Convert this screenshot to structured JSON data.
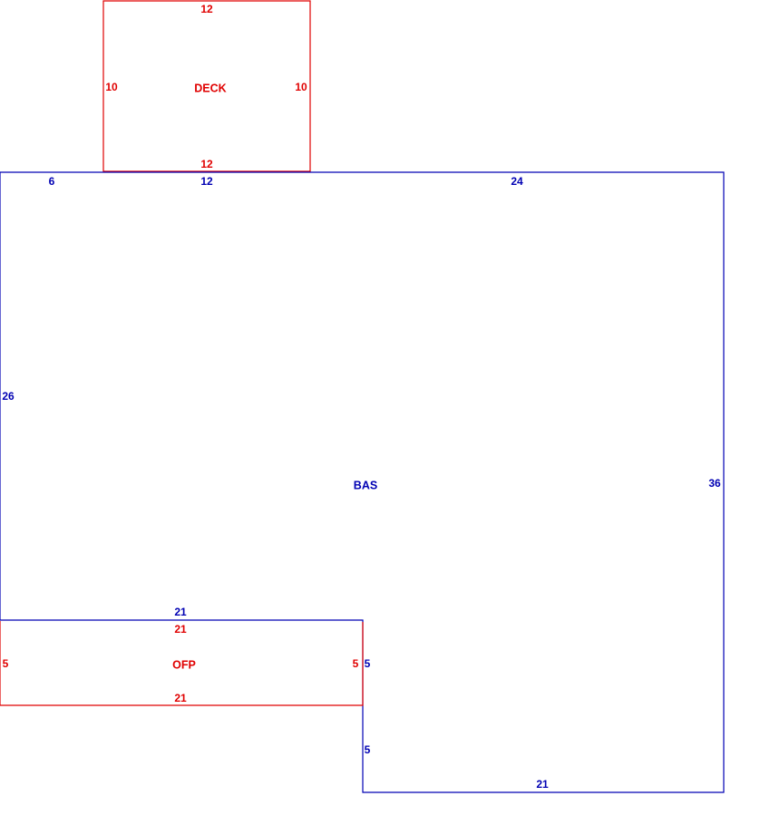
{
  "colors": {
    "main_area": "#0000b3",
    "attached_area": "#e00000",
    "background": "#ffffff"
  },
  "areas": {
    "deck": {
      "label": "DECK",
      "dims": {
        "top": "12",
        "bottom": "12",
        "left": "10",
        "right": "10"
      }
    },
    "bas": {
      "label": "BAS",
      "dims": {
        "top_a": "6",
        "top_b": "12",
        "top_c": "24",
        "left": "26",
        "right": "36",
        "porch_top": "21",
        "porch_side": "5",
        "lower_side": "5",
        "bottom": "21"
      }
    },
    "ofp": {
      "label": "OFP",
      "dims": {
        "top": "21",
        "bottom": "21",
        "left": "5",
        "right": "5"
      }
    }
  }
}
